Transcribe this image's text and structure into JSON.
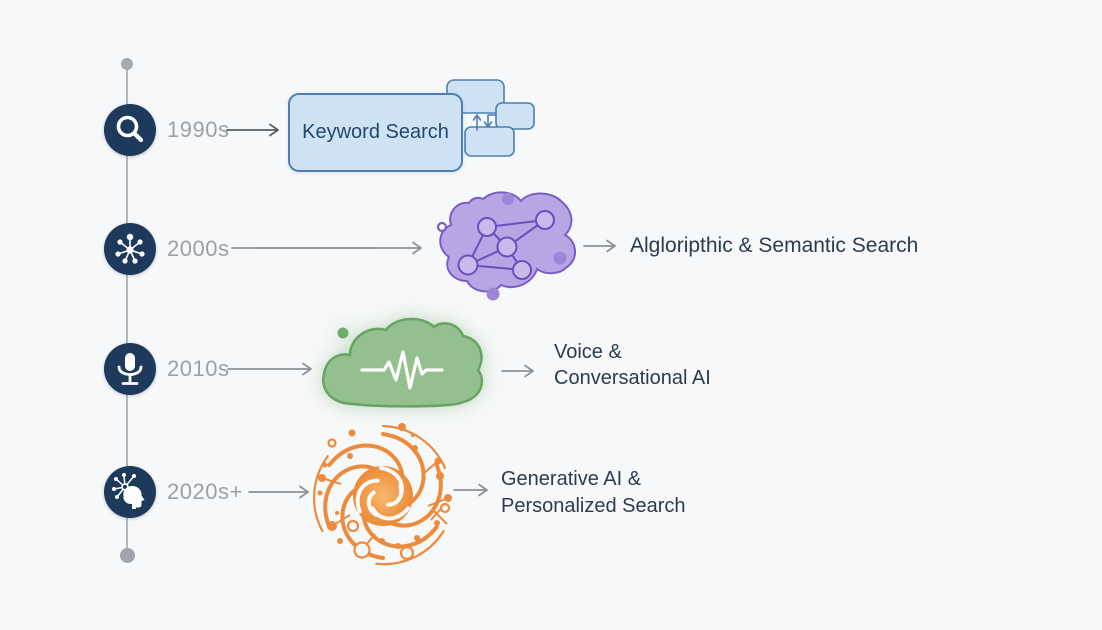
{
  "diagram": {
    "subject": "Evolution of Search timeline",
    "colors": {
      "background": "#f7f8f9",
      "timeline_line": "#b3b8bd",
      "timeline_dot": "#a6abb1",
      "era_icon_bg": "#1d3a5c",
      "era_icon_fg": "#ffffff",
      "year_text": "#9aa1a9",
      "label_text": "#2b3b51",
      "arrow_gray": "#8b9299",
      "arrow_dark": "#565c63",
      "keyword_box_fill": "#cfe2f4",
      "keyword_box_stroke": "#4b7fb5",
      "keyword_text": "#23486f",
      "semantic_blob_fill": "#b8a6e4",
      "semantic_blob_stroke": "#7a5dc7",
      "voice_cloud_fill": "#93c08e",
      "voice_cloud_stroke": "#67a463",
      "generative_spiral_orange": "#ed8a3c"
    }
  },
  "timeline": {
    "rows": [
      {
        "year": "1990s",
        "icon": "magnifier-icon",
        "label_lines": [
          "Keyword Search"
        ]
      },
      {
        "year": "2000s",
        "icon": "network-icon",
        "label_lines": [
          "Algloripthic & Semantic Search"
        ]
      },
      {
        "year": "2010s",
        "icon": "microphone-icon",
        "label_lines": [
          "Voice &",
          "Conversational AI"
        ]
      },
      {
        "year": "2020s+",
        "icon": "ai-head-icon",
        "label_lines": [
          "Generative AI &",
          "Personalized Search"
        ]
      }
    ]
  }
}
